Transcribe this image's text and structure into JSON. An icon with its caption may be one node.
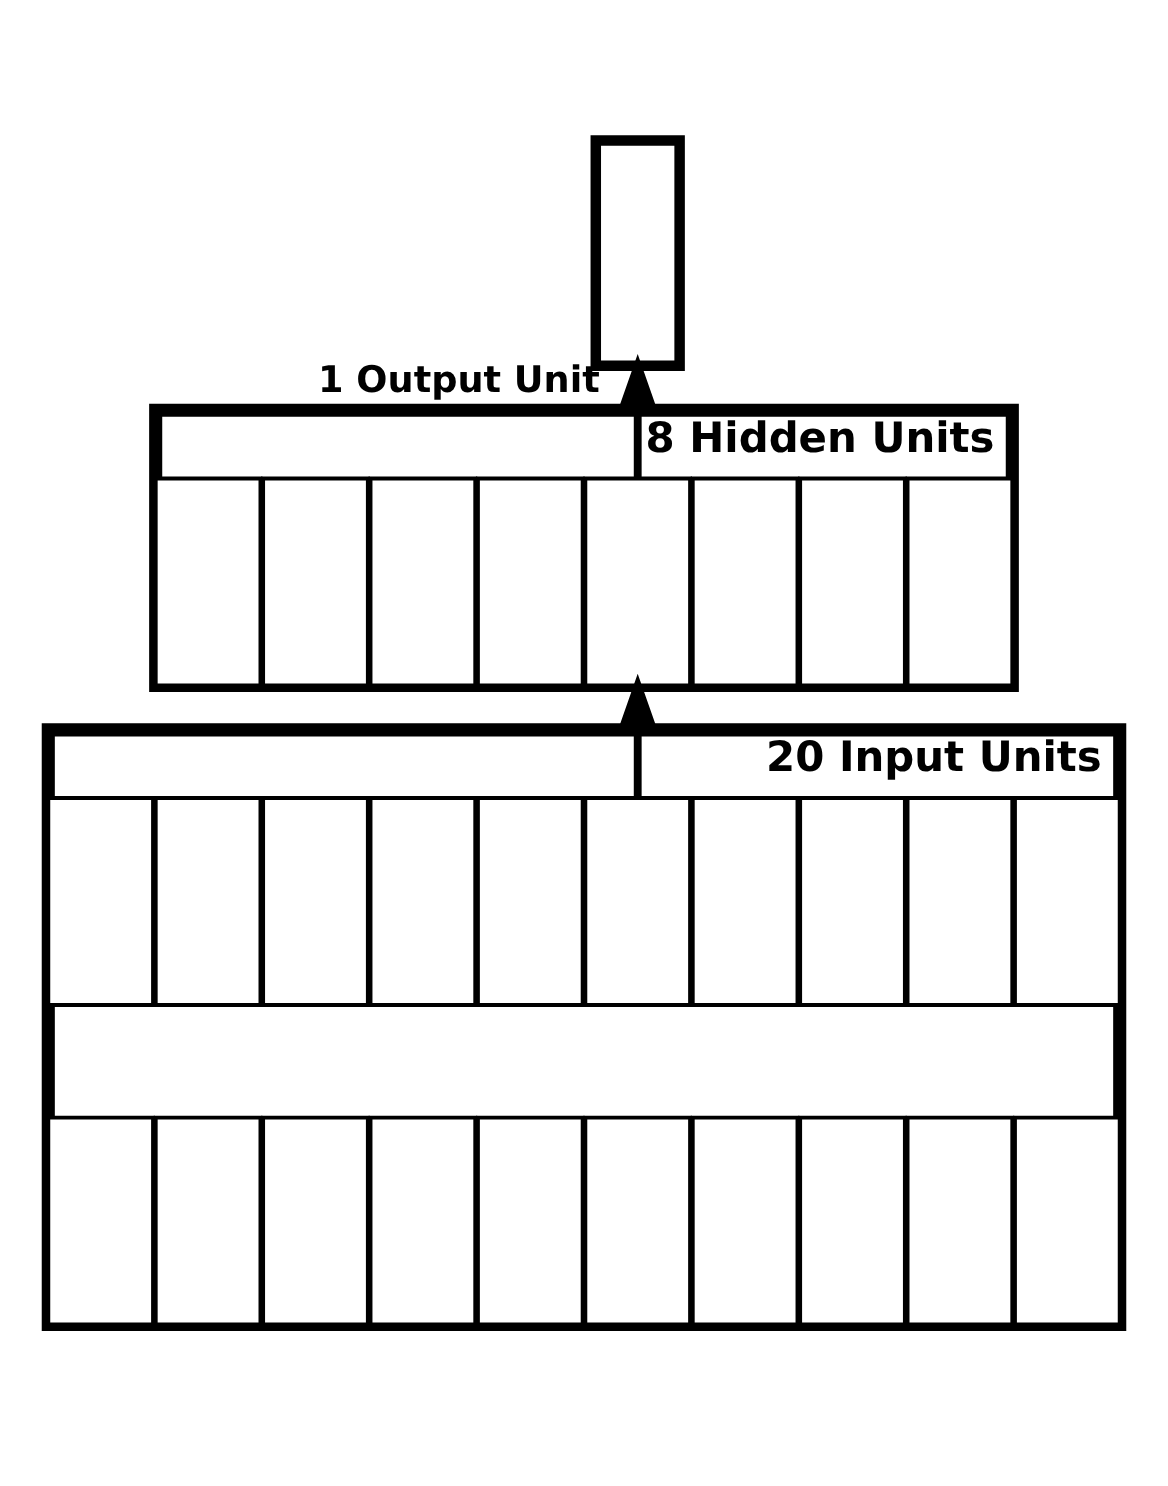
{
  "diagram": {
    "nodes": [
      {
        "text": [],
        "shape": "box",
        "beside": [
          "1 Output Unit"
        ]
      },
      {
        "text": [
          "8 Hidden Units"
        ]
      },
      {
        "text": [],
        "shape": "box",
        "in": 1
      },
      {
        "text": [],
        "shape": "box",
        "in": 1
      },
      {
        "text": [],
        "shape": "box",
        "in": 1
      },
      {
        "text": [],
        "shape": "box",
        "in": 1
      },
      {
        "text": [],
        "shape": "box",
        "in": 1
      },
      {
        "text": [],
        "shape": "box",
        "in": 1
      },
      {
        "text": [],
        "shape": "box",
        "in": 1
      },
      {
        "text": [],
        "shape": "box",
        "in": 1
      },
      {
        "text": [
          "20 Input Units"
        ]
      },
      {
        "text": [],
        "shape": "box",
        "in": 10
      },
      {
        "text": [],
        "shape": "box",
        "in": 10
      },
      {
        "text": [],
        "shape": "box",
        "in": 10
      },
      {
        "text": [],
        "shape": "box",
        "in": 10
      },
      {
        "text": [],
        "shape": "box",
        "in": 10
      },
      {
        "text": [],
        "shape": "box",
        "in": 10
      },
      {
        "text": [],
        "shape": "box",
        "in": 10
      },
      {
        "text": [],
        "shape": "box",
        "in": 10
      },
      {
        "text": [],
        "shape": "box",
        "in": 10
      },
      {
        "text": [],
        "shape": "box",
        "in": 10
      },
      {
        "text": [],
        "shape": "box",
        "in": 10
      },
      {
        "text": [],
        "shape": "box",
        "in": 10
      },
      {
        "text": [],
        "shape": "box",
        "in": 10
      },
      {
        "text": [],
        "shape": "box",
        "in": 10
      },
      {
        "text": [],
        "shape": "box",
        "in": 10
      },
      {
        "text": [],
        "shape": "box",
        "in": 10
      },
      {
        "text": [],
        "shape": "box",
        "in": 10
      },
      {
        "text": [],
        "shape": "box",
        "in": 10
      },
      {
        "text": [],
        "shape": "box",
        "in": 10
      },
      {
        "text": [],
        "shape": "box",
        "in": 10
      }
    ],
    "edges": [
      {
        "from": 10,
        "to": 1,
        "arrow": "to"
      },
      {
        "from": 1,
        "to": 0,
        "arrow": "to"
      }
    ]
  }
}
